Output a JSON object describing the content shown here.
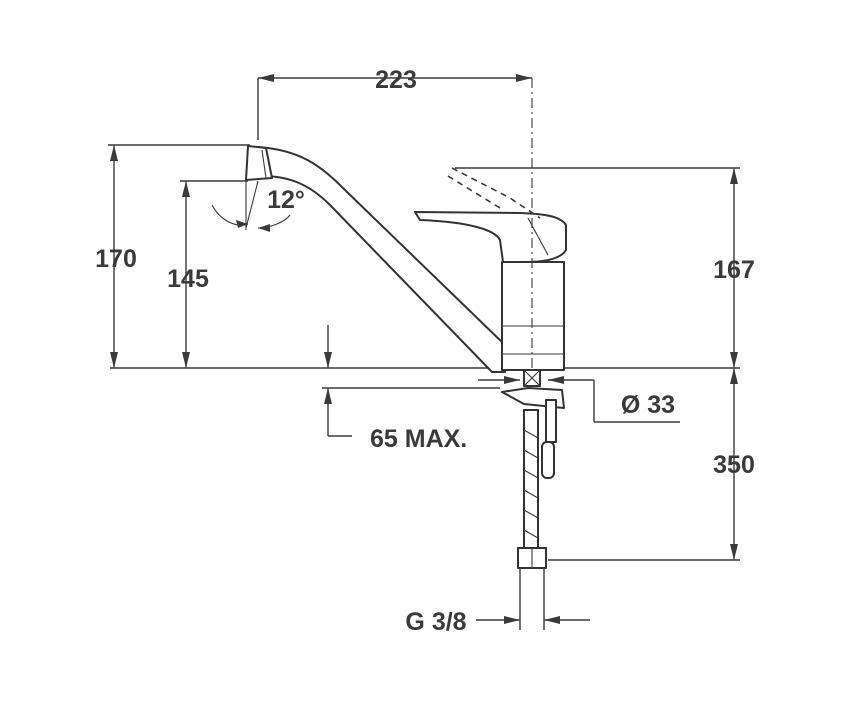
{
  "dimensions": {
    "total_length": "223",
    "total_height": "170",
    "outlet_height": "145",
    "lever_height": "167",
    "spout_angle": "12°",
    "max_thickness": "65 MAX.",
    "base_diameter": "Ø 33",
    "hose_length": "350",
    "connection_thread": "G 3/8"
  },
  "colors": {
    "line": "#3a3a3a",
    "background": "#ffffff"
  }
}
